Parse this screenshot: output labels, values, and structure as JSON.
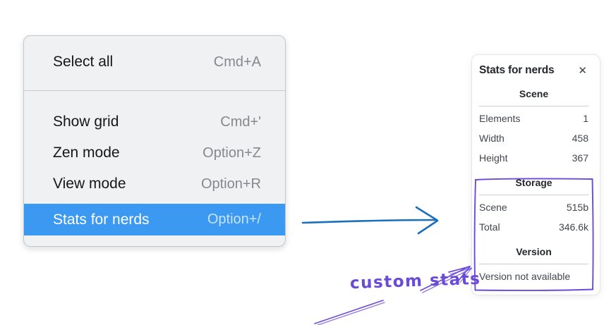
{
  "colors": {
    "menu_highlight": "#3b99f2",
    "arrow_blue": "#1c6fbd",
    "violet": "#6a4bd8"
  },
  "context_menu": {
    "items": [
      {
        "label": "Select all",
        "shortcut": "Cmd+A"
      },
      {
        "label": "Show grid",
        "shortcut": "Cmd+'"
      },
      {
        "label": "Zen mode",
        "shortcut": "Option+Z"
      },
      {
        "label": "View mode",
        "shortcut": "Option+R"
      },
      {
        "label": "Stats for nerds",
        "shortcut": "Option+/"
      }
    ]
  },
  "stats_panel": {
    "title": "Stats for nerds",
    "close_icon": "✕",
    "sections": [
      {
        "heading": "Scene",
        "rows": [
          {
            "label": "Elements",
            "value": "1"
          },
          {
            "label": "Width",
            "value": "458"
          },
          {
            "label": "Height",
            "value": "367"
          }
        ]
      },
      {
        "heading": "Storage",
        "rows": [
          {
            "label": "Scene",
            "value": "515b"
          },
          {
            "label": "Total",
            "value": "346.6k"
          }
        ]
      },
      {
        "heading": "Version",
        "note": "Version not available"
      }
    ]
  },
  "annotation": {
    "label": "custom stats"
  }
}
